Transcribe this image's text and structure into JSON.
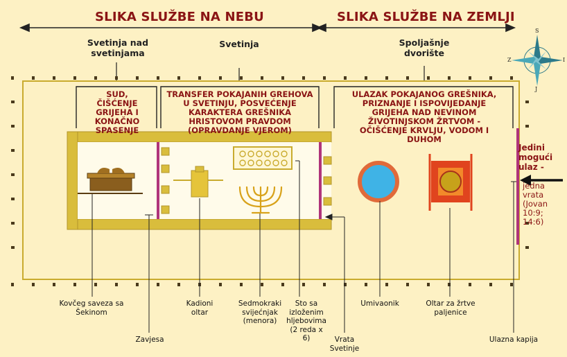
{
  "headers": {
    "heaven": "SLIKA SLUŽBE NA NEBU",
    "earth": "SLIKA SLUŽBE NA ZEMLJI"
  },
  "areas": {
    "holy_of_holies": "Svetinja nad svetinjama",
    "holy_place": "Svetinja",
    "outer_court": "Spoljašnje dvorište"
  },
  "purposes": {
    "holy_of_holies": "SUD, ČIŠĆENJE GRIJEHA I KONAČNO SPASENJE",
    "holy_place": "TRANSFER POKAJANIH GREHOVA U SVETINJU, POSVEĆENJE KARAKTERA GREŠNIKA HRISTOVOM PRAVDOM (OPRAVDANJE VJEROM)",
    "outer_court": "ULAZAK POKAJANOG GREŠNIKA, PRIZNANJE I ISPOVIJEDANJE GRIJEHA NAD NEVINOM ŽIVOTINJSKOM ŽRTVOM - OČIŠĆENJE KRVLJU, VODOM I DUHOM"
  },
  "items": {
    "ark": "Kovčeg saveza sa Šekinom",
    "veil": "Zavjesa",
    "incense_altar": "Kadioni oltar",
    "menorah": "Sedmokraki svijećnjak (menora)",
    "table": "Sto sa izloženim hljebovima (2 reda x 6)",
    "sanctuary_door": "Vrata Svetinje",
    "laver": "Umivaonik",
    "burnt_altar": "Oltar za žrtve paljenice",
    "gate": "Ulazna kapija"
  },
  "entrance": {
    "title": "Jedini mogući ulaz -",
    "detail": "jedna vrata (Jovan 10:9; 14:6)"
  },
  "compass": {
    "n": "S",
    "s": "J",
    "w": "Z",
    "e": "I"
  },
  "colors": {
    "background": "#fdf1c4",
    "accent_red": "#8a1414",
    "gold": "#c9ab2e",
    "gold_fill": "#d9bd3c",
    "veil": "#b0347a",
    "laver_blue": "#3fb3e6",
    "altar_red": "#e0441e",
    "post": "#4a3a1c"
  }
}
